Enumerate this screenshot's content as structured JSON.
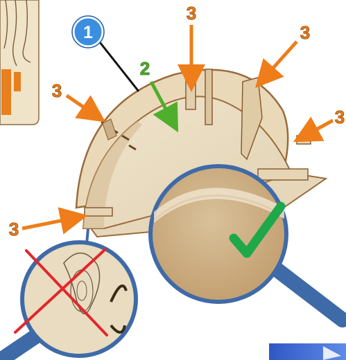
{
  "callouts": {
    "badge_number": "1",
    "part_2_label": "2",
    "part_3_label": "3"
  },
  "colors": {
    "badge_fill": "#3b8ee0",
    "callout_2": "#4fae2c",
    "callout_3": "#ee7d1a",
    "connector_blue": "#3f6aa8",
    "wood_light": "#e9dcc0",
    "wood_mid": "#d6bb93",
    "wood_edge": "#9a6b3c",
    "check_green": "#1ea84a",
    "cross_red": "#e3262b"
  },
  "icons": {
    "correct": "check-mark-icon",
    "wrong": "cross-mark-icon",
    "next": "next-arrow-icon"
  }
}
